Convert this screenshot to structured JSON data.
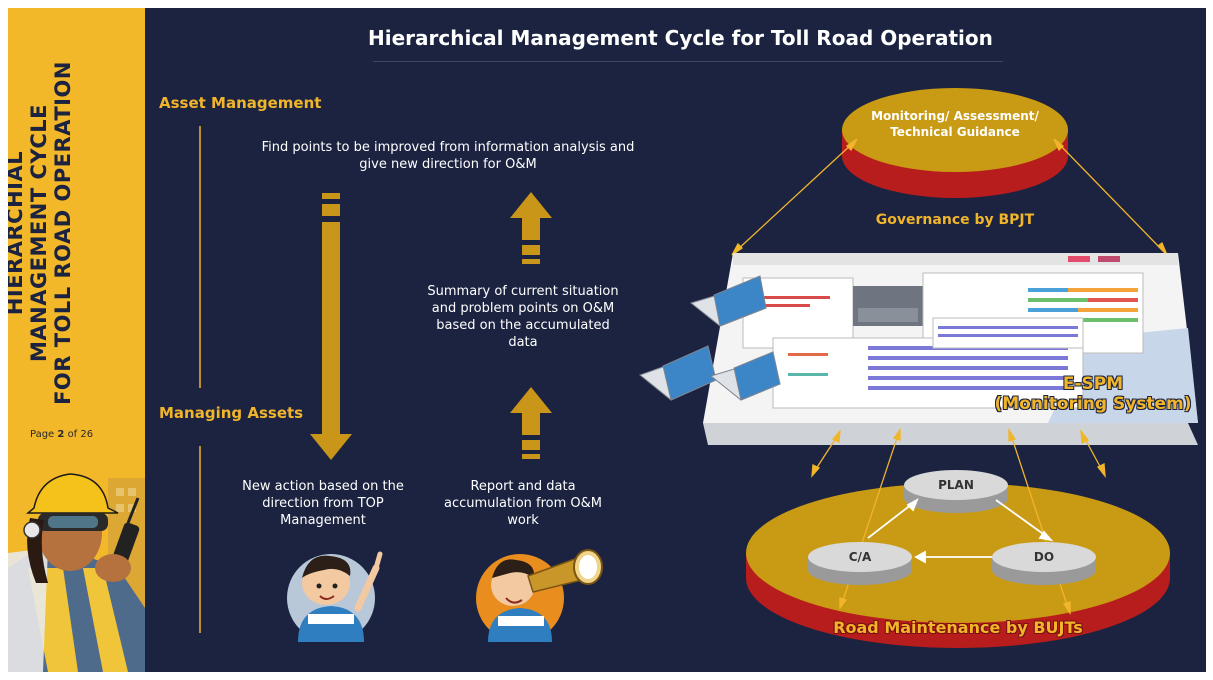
{
  "title": "Hierarchical Management Cycle for Toll Road Operation",
  "sidebar": {
    "vertical_title": [
      "HIERARCHIAL",
      "MANAGEMENT CYCLE",
      "FOR TOLL ROAD OPERATION"
    ],
    "page_word": "Page",
    "page_current": "2",
    "page_of": "of 26"
  },
  "left": {
    "asset_management": "Asset Management",
    "managing_assets": "Managing Assets",
    "find_points": "Find points to be improved from information analysis and give new direction for O&M",
    "summary": "Summary of current situation and problem points on O&M based on the accumulated data",
    "new_action": "New action based on the direction from TOP Management",
    "report": "Report and data accumulation from O&M work"
  },
  "right": {
    "monitoring": "Monitoring/ Assessment/ Technical Guidance",
    "governance": "Governance by BPJT",
    "espm_line1": "E-SPM",
    "espm_line2": "(Monitoring System)",
    "plan": "PLAN",
    "do": "DO",
    "ca": "C/A",
    "road_maintenance": "Road Maintenance by BUJTs"
  },
  "colors": {
    "background": "#1b2340",
    "gold": "#f1b52b",
    "sidebar": "#f3b72a",
    "disk_top": "#c99a13",
    "disk_side": "#b81d1d"
  }
}
